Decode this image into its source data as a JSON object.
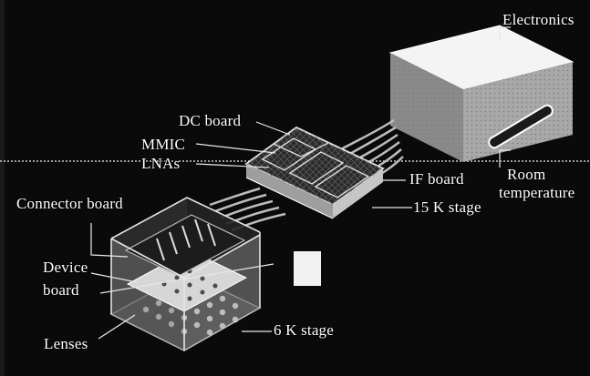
{
  "labels": {
    "electronics": "Electronics",
    "dc_board": "DC board",
    "mmic": "MMIC",
    "lnas": "LNAs",
    "if_board": "IF board",
    "room": "Room",
    "temperature": "temperature",
    "connector_board": "Connector board",
    "stage_15k": "15 K stage",
    "device": "Device",
    "board": "board",
    "lenses": "Lenses",
    "stage_6k": "6 K stage"
  },
  "colors": {
    "background": "#0a0a0a",
    "divider": "#cfcfcf",
    "text": "#ffffff",
    "device_chip": "#f2f2f2"
  }
}
